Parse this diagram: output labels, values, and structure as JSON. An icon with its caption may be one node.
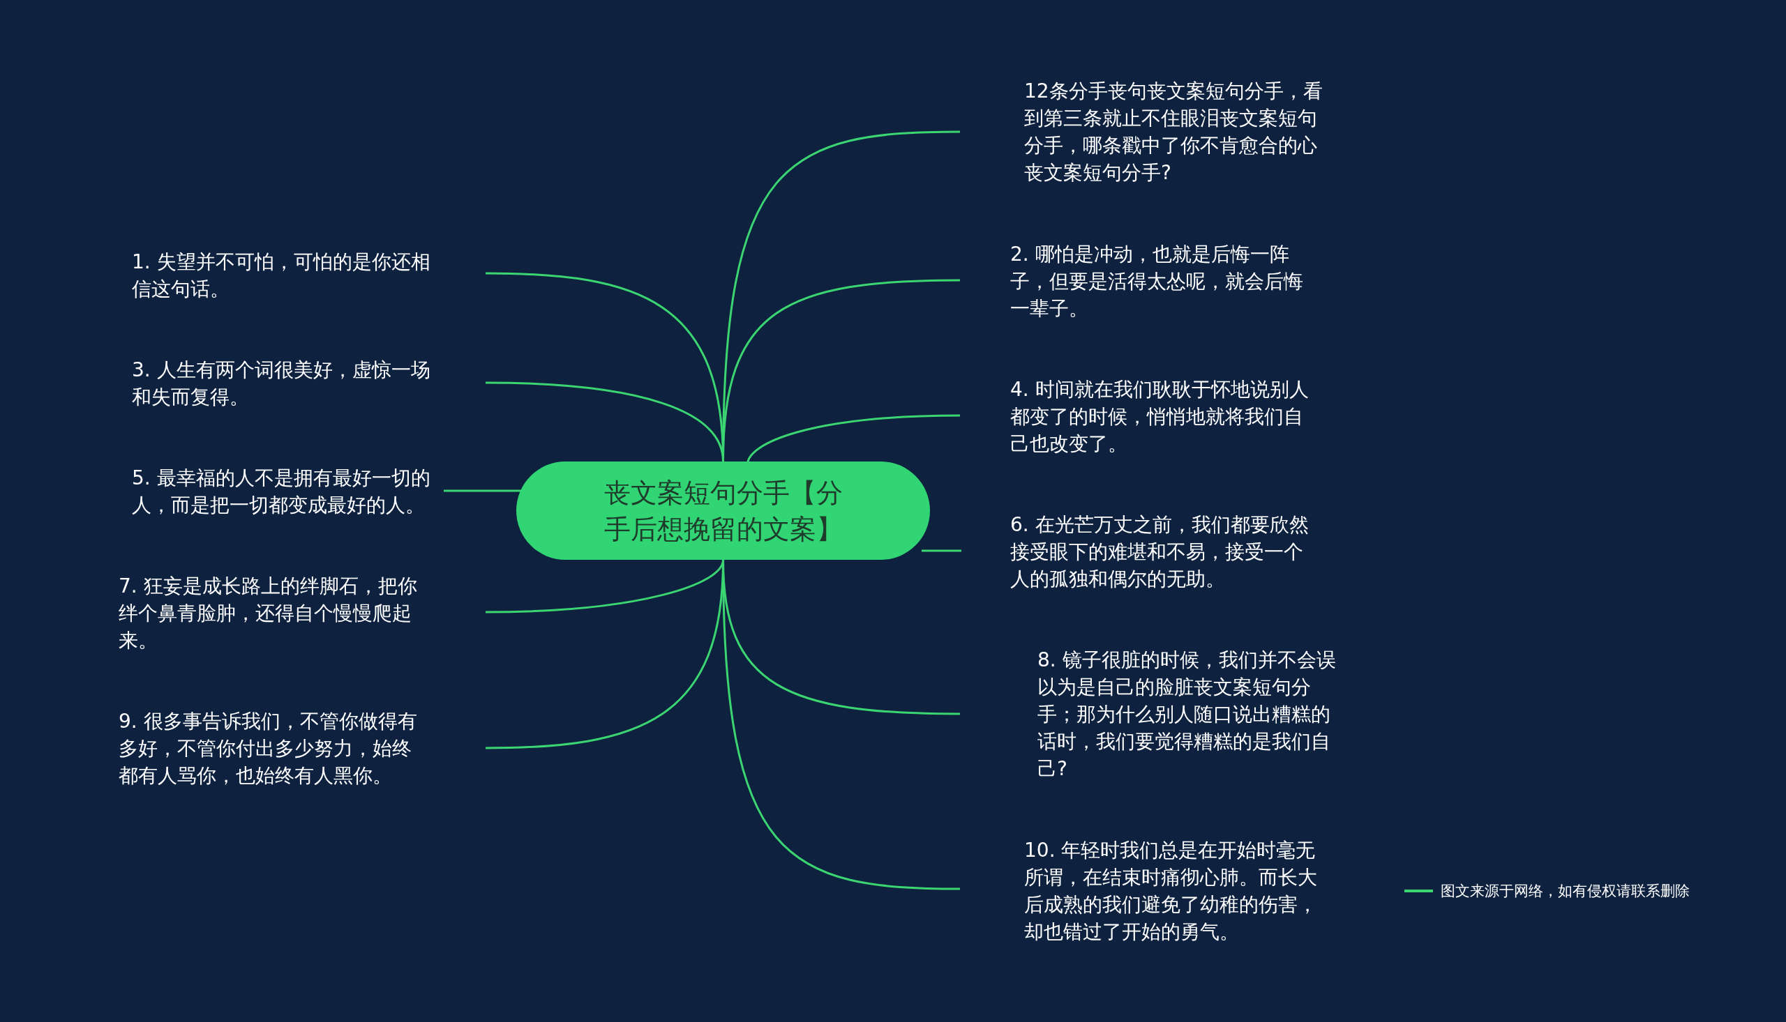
{
  "diagram": {
    "nodes": [
      {
        "text": [
          "丧文案短句分手【分手后想挽留的文案】"
        ]
      },
      {
        "text": [
          "12条分手丧句丧文案短句分手，看到第三条就止不住眼泪丧文案短句分手，哪条戳中了你不肯愈合的心丧文案短句分手?"
        ]
      },
      {
        "text": [
          "1. 失望并不可怕，可怕的是你还相信这句话。"
        ]
      },
      {
        "text": [
          "2. 哪怕是冲动，也就是后悔一阵子，但要是活得太怂呢，就会后悔一辈子。"
        ]
      },
      {
        "text": [
          "3. 人生有两个词很美好，虚惊一场和失而复得。"
        ]
      },
      {
        "text": [
          "4. 时间就在我们耿耿于怀地说别人都变了的时候，悄悄地就将我们自己也改变了。"
        ]
      },
      {
        "text": [
          "5. 最幸福的人不是拥有最好一切的人，而是把一切都变成最好的人。"
        ]
      },
      {
        "text": [
          "6. 在光芒万丈之前，我们都要欣然接受眼下的难堪和不易，接受一个人的孤独和偶尔的无助。"
        ]
      },
      {
        "text": [
          "7. 狂妄是成长路上的绊脚石，把你绊个鼻青脸肿，还得自个慢慢爬起来。"
        ]
      },
      {
        "text": [
          "8. 镜子很脏的时候，我们并不会误以为是自己的脸脏丧文案短句分手；那为什么别人随口说出糟糕的话时，我们要觉得糟糕的是我们自己?"
        ]
      },
      {
        "text": [
          "9. 很多事告诉我们，不管你做得有多好，不管你付出多少努力，始终都有人骂你，也始终有人黑你。"
        ]
      },
      {
        "text": [
          "10. 年轻时我们总是在开始时毫无所谓，在结束时痛彻心肺。而长大后成熟的我们避免了幼稚的伤害，却也错过了开始的勇气。"
        ]
      }
    ],
    "edges": [
      {
        "from": 0,
        "to": 1,
        "arrow": "none"
      },
      {
        "from": 0,
        "to": 2,
        "arrow": "none"
      },
      {
        "from": 0,
        "to": 3,
        "arrow": "none"
      },
      {
        "from": 0,
        "to": 4,
        "arrow": "none"
      },
      {
        "from": 0,
        "to": 5,
        "arrow": "none"
      },
      {
        "from": 0,
        "to": 6,
        "arrow": "none"
      },
      {
        "from": 0,
        "to": 7,
        "arrow": "none"
      },
      {
        "from": 0,
        "to": 8,
        "arrow": "none"
      },
      {
        "from": 0,
        "to": 9,
        "arrow": "none"
      },
      {
        "from": 0,
        "to": 10,
        "arrow": "none"
      },
      {
        "from": 0,
        "to": 11,
        "arrow": "none"
      }
    ],
    "legend": [
      {
        "text": "图文来源于网络，如有侵权请联系删除"
      }
    ]
  }
}
